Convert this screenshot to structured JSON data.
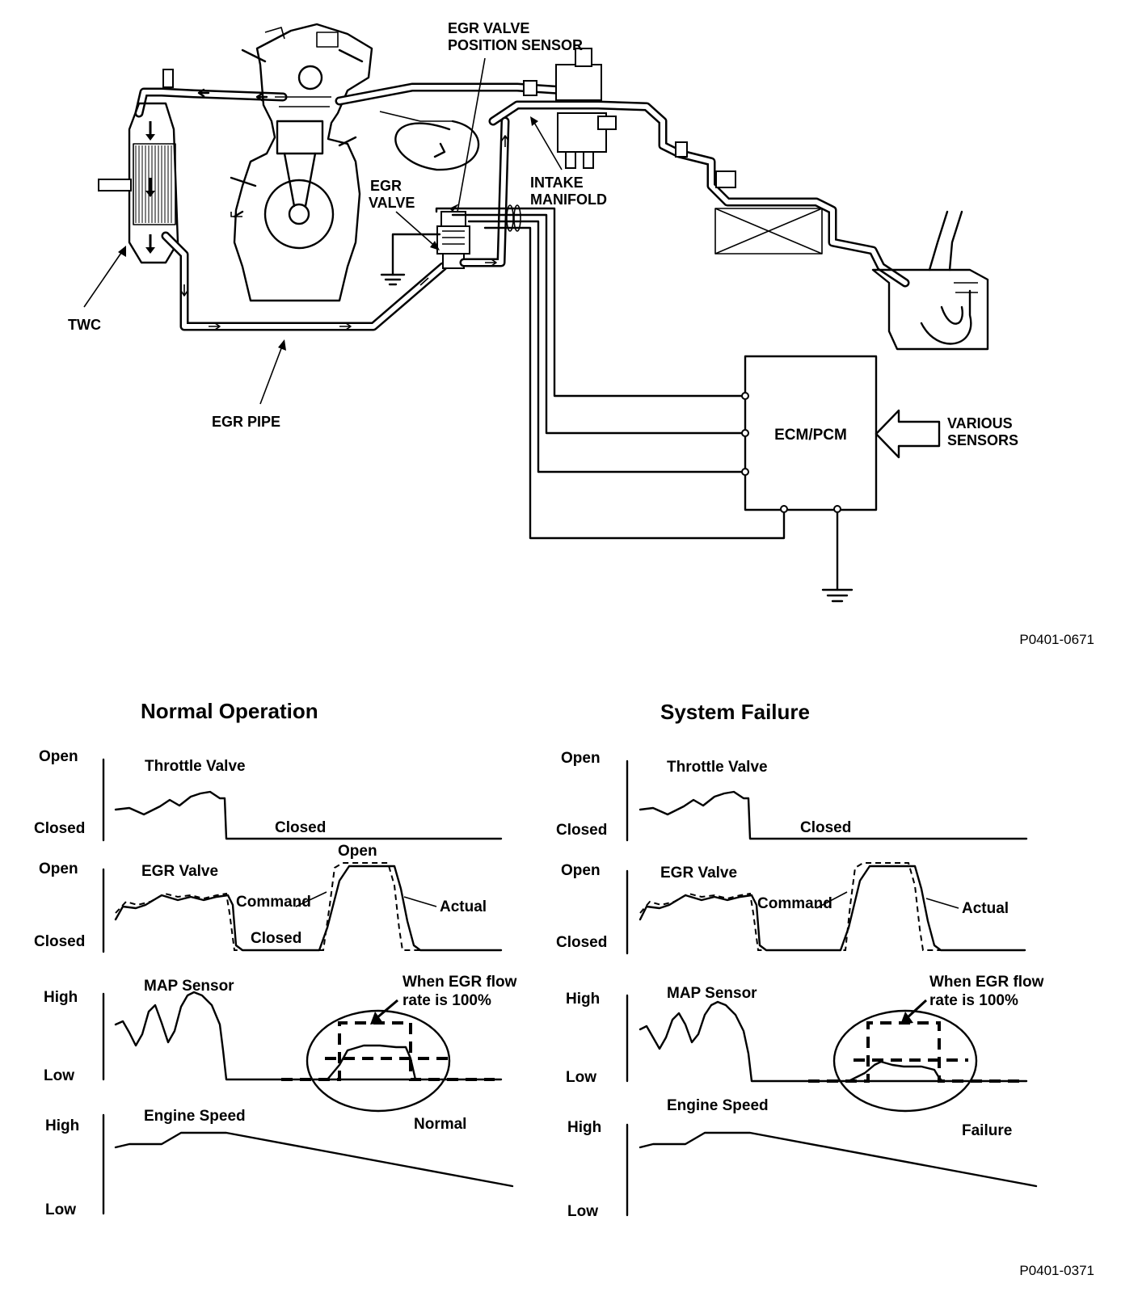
{
  "diagram": {
    "labels": {
      "egr_valve_position_sensor_1": "EGR VALVE",
      "egr_valve_position_sensor_2": "POSITION SENSOR",
      "egr_valve_1": "EGR",
      "egr_valve_2": "VALVE",
      "intake_manifold_1": "INTAKE",
      "intake_manifold_2": "MANIFOLD",
      "twc": "TWC",
      "egr_pipe": "EGR PIPE",
      "ecm_pcm": "ECM/PCM",
      "various_sensors_1": "VARIOUS",
      "various_sensors_2": "SENSORS"
    },
    "figure_id": "P0401-0671"
  },
  "graphs": {
    "left": {
      "title": "Normal Operation",
      "throttle": {
        "label": "Throttle Valve",
        "y_top": "Open",
        "y_bottom": "Closed",
        "note": "Closed"
      },
      "egr": {
        "label": "EGR Valve",
        "y_top": "Open",
        "y_bottom": "Closed",
        "command": "Command",
        "actual": "Actual",
        "open_note": "Open",
        "closed_note": "Closed"
      },
      "map": {
        "label": "MAP Sensor",
        "y_top": "High",
        "y_bottom": "Low",
        "note_1": "When EGR flow",
        "note_2": "rate is 100%"
      },
      "engine": {
        "label": "Engine Speed",
        "y_top": "High",
        "y_bottom": "Low",
        "result": "Normal"
      }
    },
    "right": {
      "title": "System Failure",
      "throttle": {
        "label": "Throttle Valve",
        "y_top": "Open",
        "y_bottom": "Closed",
        "note": "Closed"
      },
      "egr": {
        "label": "EGR Valve",
        "y_top": "Open",
        "y_bottom": "Closed",
        "command": "Command",
        "actual": "Actual"
      },
      "map": {
        "label": "MAP Sensor",
        "y_top": "High",
        "y_bottom": "Low",
        "note_1": "When EGR flow",
        "note_2": "rate is 100%"
      },
      "engine": {
        "label": "Engine Speed",
        "y_top": "High",
        "y_bottom": "Low",
        "result": "Failure"
      }
    },
    "figure_id": "P0401-0371"
  }
}
